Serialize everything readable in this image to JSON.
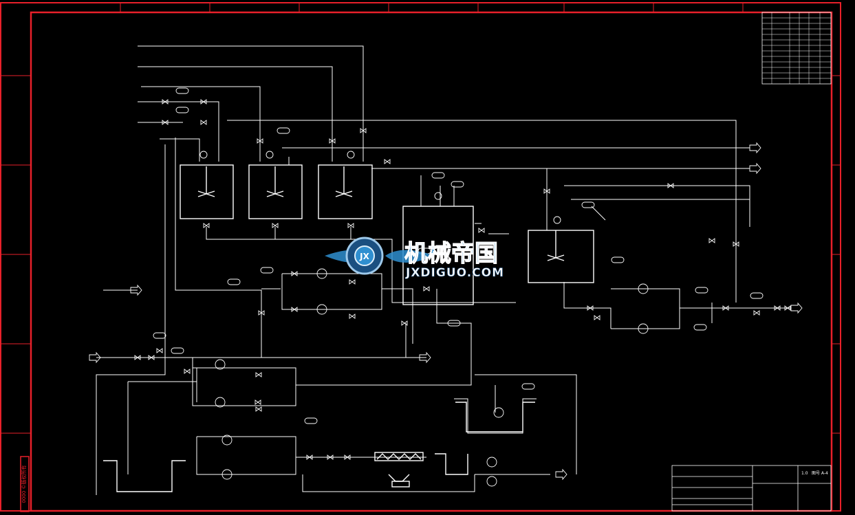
{
  "watermark": {
    "brand_cn": "机械帝国",
    "brand_url": "JXDIGUO.COM",
    "logo_text": "JX"
  },
  "colors": {
    "background": "#000000",
    "frame": "#e8202a",
    "line": "#ffffff",
    "accent_blue": "#2f8fd0"
  },
  "title_block": {
    "revision": "1.0",
    "sheet": "图号 A-4"
  },
  "side_stamp": "0000 ©版权所有"
}
